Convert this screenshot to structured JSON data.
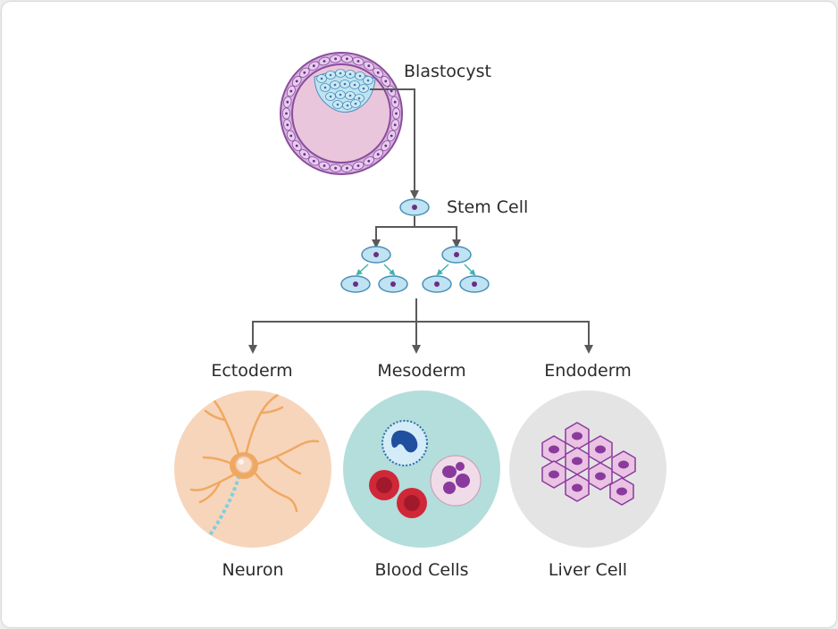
{
  "labels": {
    "blastocyst": "Blastocyst",
    "stem_cell": "Stem Cell",
    "ectoderm": "Ectoderm",
    "mesoderm": "Mesoderm",
    "endoderm": "Endoderm",
    "neuron": "Neuron",
    "blood_cells": "Blood Cells",
    "liver_cell": "Liver Cell"
  },
  "colors": {
    "arrow": "#5a5a5a",
    "teal_arrow": "#3fb3ad",
    "cell_fill": "#bfe3f2",
    "cell_stroke": "#4a8fb8",
    "nucleus": "#6a2e86",
    "blastocyst_outer": "#b77fc2",
    "blastocyst_inner": "#eac6dc",
    "ectoderm_bg": "#f7d5bb",
    "mesoderm_bg": "#b3dedb",
    "endoderm_bg": "#e4e4e4"
  }
}
